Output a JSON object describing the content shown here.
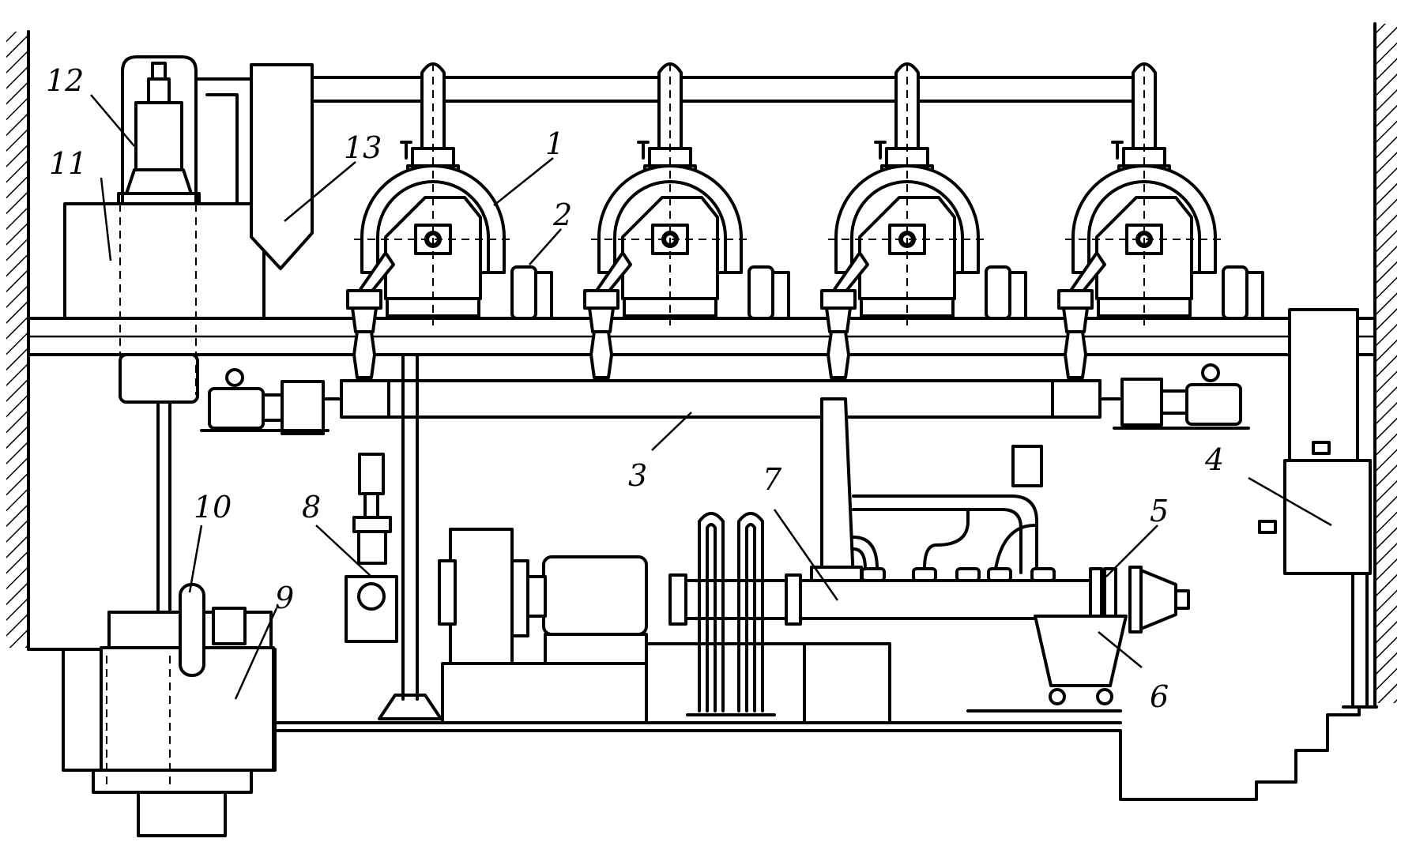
{
  "diagram": {
    "labels": [
      {
        "id": "1",
        "text": "1"
      },
      {
        "id": "2",
        "text": "2"
      },
      {
        "id": "3",
        "text": "3"
      },
      {
        "id": "4",
        "text": "4"
      },
      {
        "id": "5",
        "text": "5"
      },
      {
        "id": "6",
        "text": "6"
      },
      {
        "id": "7",
        "text": "7"
      },
      {
        "id": "8",
        "text": "8"
      },
      {
        "id": "9",
        "text": "9"
      },
      {
        "id": "10",
        "text": "10"
      },
      {
        "id": "11",
        "text": "11"
      },
      {
        "id": "12",
        "text": "12"
      },
      {
        "id": "13",
        "text": "13"
      }
    ],
    "units_count": 4
  }
}
